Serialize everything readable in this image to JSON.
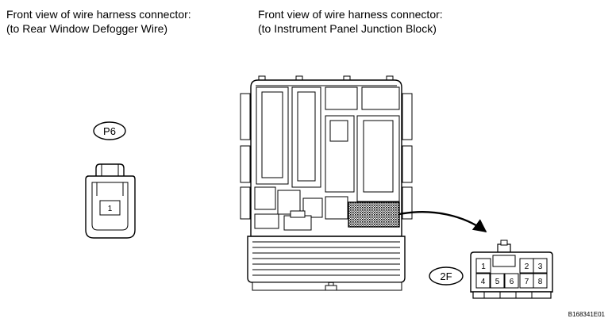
{
  "captions": {
    "left": {
      "line1": "Front view of wire harness connector:",
      "line2": "(to Rear Window Defogger Wire)"
    },
    "right": {
      "line1": "Front view of wire harness connector:",
      "line2": "(to Instrument Panel Junction Block)"
    }
  },
  "connector_p6": {
    "label": "P6",
    "pins": [
      "1"
    ]
  },
  "connector_2f": {
    "label": "2F",
    "top_row_pins": [
      "1",
      "2",
      "3"
    ],
    "bottom_row_pins": [
      "4",
      "5",
      "6",
      "7",
      "8"
    ]
  },
  "figure_code": "B168341E01"
}
